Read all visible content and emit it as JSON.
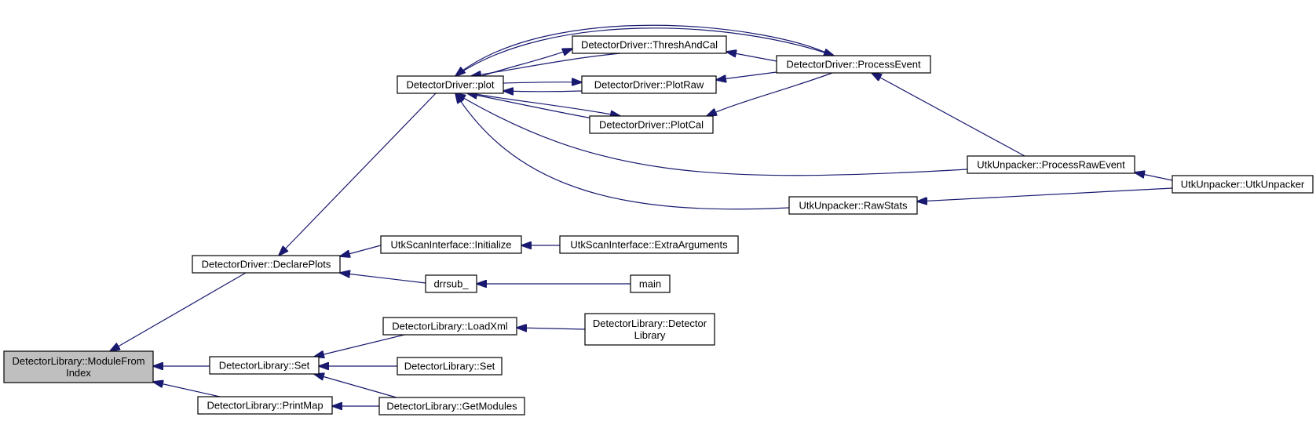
{
  "nodes": [
    {
      "id": "module_from_index",
      "label": [
        "DetectorLibrary::ModuleFrom",
        "Index"
      ],
      "focus": true
    },
    {
      "id": "declare_plots",
      "label": [
        "DetectorDriver::DeclarePlots"
      ]
    },
    {
      "id": "set1",
      "label": [
        "DetectorLibrary::Set"
      ]
    },
    {
      "id": "print_map",
      "label": [
        "DetectorLibrary::PrintMap"
      ]
    },
    {
      "id": "plot",
      "label": [
        "DetectorDriver::plot"
      ]
    },
    {
      "id": "initialize",
      "label": [
        "UtkScanInterface::Initialize"
      ]
    },
    {
      "id": "drrsub",
      "label": [
        "drrsub_"
      ]
    },
    {
      "id": "load_xml",
      "label": [
        "DetectorLibrary::LoadXml"
      ]
    },
    {
      "id": "set2",
      "label": [
        "DetectorLibrary::Set"
      ]
    },
    {
      "id": "get_modules",
      "label": [
        "DetectorLibrary::GetModules"
      ]
    },
    {
      "id": "thresh_and_cal",
      "label": [
        "DetectorDriver::ThreshAndCal"
      ]
    },
    {
      "id": "plot_raw",
      "label": [
        "DetectorDriver::PlotRaw"
      ]
    },
    {
      "id": "plot_cal",
      "label": [
        "DetectorDriver::PlotCal"
      ]
    },
    {
      "id": "raw_stats",
      "label": [
        "UtkUnpacker::RawStats"
      ]
    },
    {
      "id": "extra_arguments",
      "label": [
        "UtkScanInterface::ExtraArguments"
      ]
    },
    {
      "id": "main",
      "label": [
        "main"
      ]
    },
    {
      "id": "detector_library_ctor",
      "label": [
        "DetectorLibrary::Detector",
        "Library"
      ]
    },
    {
      "id": "process_event",
      "label": [
        "DetectorDriver::ProcessEvent"
      ]
    },
    {
      "id": "process_raw_event",
      "label": [
        "UtkUnpacker::ProcessRawEvent"
      ]
    },
    {
      "id": "utk_unpacker",
      "label": [
        "UtkUnpacker::UtkUnpacker"
      ]
    }
  ],
  "edges": [
    {
      "from": "declare_plots",
      "to": "module_from_index"
    },
    {
      "from": "set1",
      "to": "module_from_index"
    },
    {
      "from": "print_map",
      "to": "module_from_index"
    },
    {
      "from": "plot",
      "to": "declare_plots"
    },
    {
      "from": "initialize",
      "to": "declare_plots"
    },
    {
      "from": "drrsub",
      "to": "declare_plots"
    },
    {
      "from": "load_xml",
      "to": "set1"
    },
    {
      "from": "set2",
      "to": "set1"
    },
    {
      "from": "get_modules",
      "to": "set1"
    },
    {
      "from": "get_modules",
      "to": "print_map"
    },
    {
      "from": "thresh_and_cal",
      "to": "plot"
    },
    {
      "from": "plot_raw",
      "to": "plot"
    },
    {
      "from": "plot_cal",
      "to": "plot"
    },
    {
      "from": "process_event",
      "to": "plot"
    },
    {
      "from": "process_raw_event",
      "to": "plot"
    },
    {
      "from": "raw_stats",
      "to": "plot"
    },
    {
      "from": "plot",
      "to": "thresh_and_cal"
    },
    {
      "from": "plot",
      "to": "plot_raw"
    },
    {
      "from": "plot",
      "to": "plot_cal"
    },
    {
      "from": "plot",
      "to": "process_event"
    },
    {
      "from": "process_event",
      "to": "thresh_and_cal"
    },
    {
      "from": "process_event",
      "to": "plot_raw"
    },
    {
      "from": "process_event",
      "to": "plot_cal"
    },
    {
      "from": "process_raw_event",
      "to": "process_event"
    },
    {
      "from": "utk_unpacker",
      "to": "process_raw_event"
    },
    {
      "from": "utk_unpacker",
      "to": "raw_stats"
    },
    {
      "from": "extra_arguments",
      "to": "initialize"
    },
    {
      "from": "main",
      "to": "drrsub"
    },
    {
      "from": "detector_library_ctor",
      "to": "load_xml"
    }
  ]
}
